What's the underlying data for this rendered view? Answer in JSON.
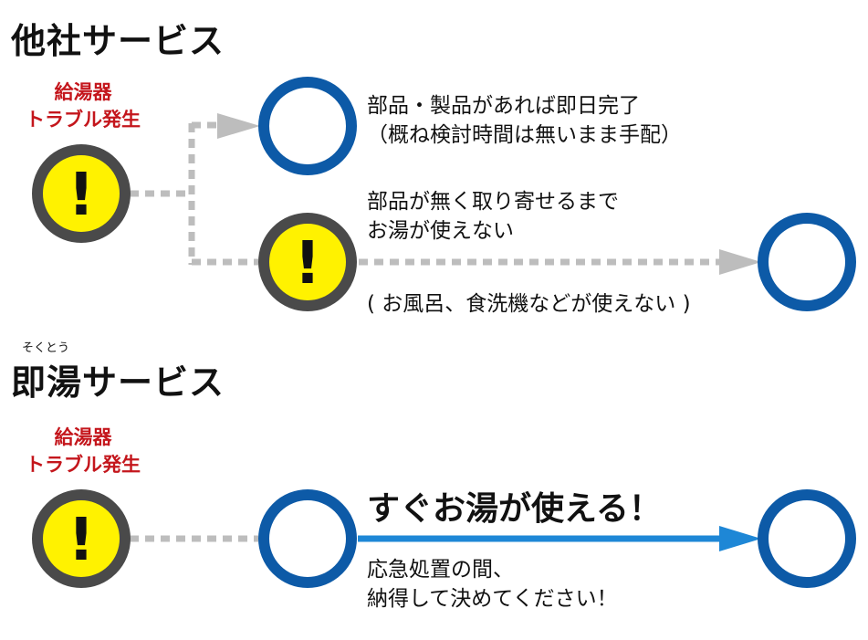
{
  "other_service": {
    "title": "他社サービス",
    "trouble_label_1": "給湯器",
    "trouble_label_2": "トラブル発生",
    "upper_text_1": "部品・製品があれば即日完了",
    "upper_text_2": "（概ね検討時間は無いまま手配）",
    "lower_text_1": "部品が無く取り寄せるまで",
    "lower_text_2": "お湯が使えない",
    "lower_note": "( お風呂、食洗機などが使えない )"
  },
  "instant_service": {
    "ruby": "そくとう",
    "title": "即湯サービス",
    "trouble_label_1": "給湯器",
    "trouble_label_2": "トラブル発生",
    "headline": "すぐお湯が使える！",
    "sub_text_1": "応急処置の間、",
    "sub_text_2": "納得して決めてください！"
  },
  "symbols": {
    "warning_mark": "!"
  },
  "colors": {
    "blue_ring": "#0d5aa7",
    "arrow_blue": "#1e87d6",
    "warning_yellow": "#fff200",
    "warning_ring": "#4a4a4a",
    "dotted_gray": "#bdbdbd",
    "label_red": "#c4161c"
  }
}
